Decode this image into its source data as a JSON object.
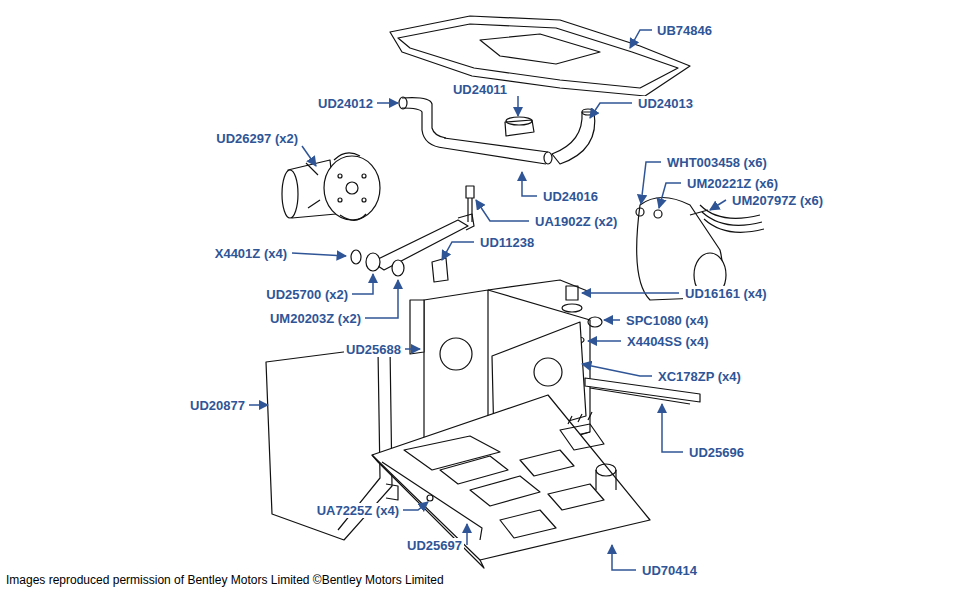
{
  "diagram": {
    "caption": "Images reproduced permission of Bentley Motors Limited ©Bentley Motors Limited",
    "labels": [
      "UB74846",
      "UD24012",
      "UD24011",
      "UD24013",
      "UD26297 (x2)",
      "UD24016",
      "UA1902Z (x2)",
      "WHT003458 (x6)",
      "UM20221Z (x6)",
      "UM20797Z (x6)",
      "UD11238",
      "X4401Z (x4)",
      "UD16161 (x4)",
      "SPC1080 (x4)",
      "UD25700 (x2)",
      "UM20203Z (x2)",
      "UD25688",
      "X4404SS (x4)",
      "XC178ZP (x4)",
      "UD20877",
      "UD25696",
      "UA7225Z (x4)",
      "UD25697",
      "UD70414"
    ]
  }
}
